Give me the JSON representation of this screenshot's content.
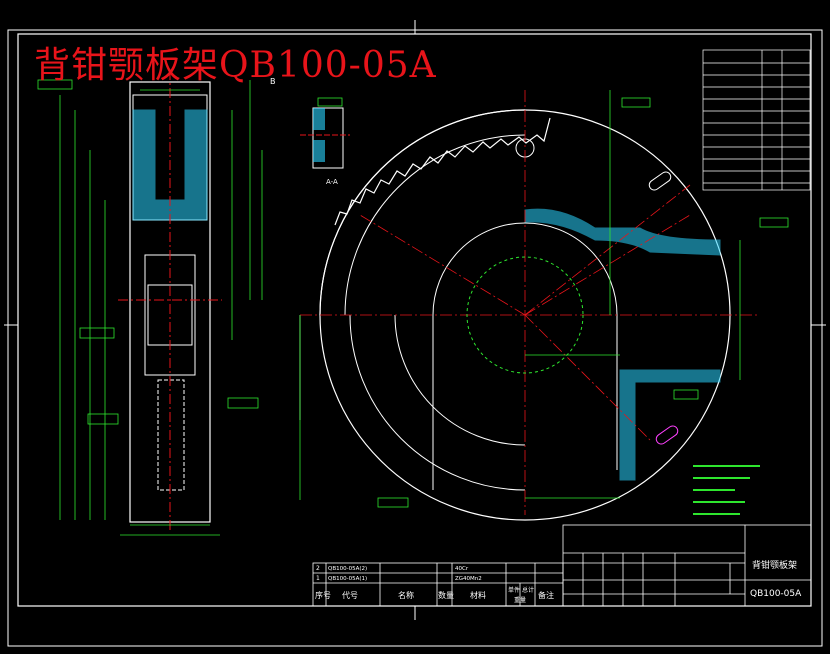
{
  "drawing_title": "背钳颚板架QB100-05A",
  "title_block": {
    "part_name": "背钳颚板架",
    "drawing_no": "QB100-05A"
  },
  "parts_list": {
    "headers": [
      "序号",
      "代号",
      "名称",
      "数量",
      "材料",
      "单件",
      "总计",
      "备注"
    ],
    "weight_header": "重量",
    "rows": [
      {
        "index": "2",
        "code": "QB100-05A(2)",
        "material": "40Cr"
      },
      {
        "index": "1",
        "code": "QB100-05A(1)",
        "material": "ZG40Mn2"
      }
    ]
  },
  "sections": {
    "section_a": "A-A",
    "view_b": "B"
  },
  "colors": {
    "background": "#000000",
    "outline": "#ffffff",
    "dimension": "#2ee62e",
    "centerline": "#e8141a",
    "hatch": "#2ad4ff",
    "gear": "#ffffff",
    "title_text": "#e8141a",
    "marker": "#ff40ff"
  }
}
